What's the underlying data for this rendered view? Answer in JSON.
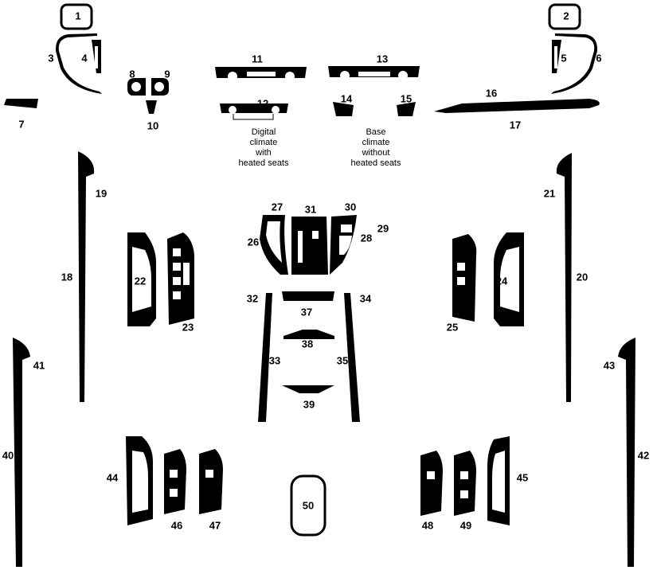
{
  "part_numbers": [
    "1",
    "2",
    "3",
    "4",
    "5",
    "6",
    "7",
    "8",
    "9",
    "10",
    "11",
    "12",
    "13",
    "14",
    "15",
    "16",
    "17",
    "18",
    "19",
    "20",
    "21",
    "22",
    "23",
    "24",
    "25",
    "26",
    "27",
    "28",
    "29",
    "30",
    "31",
    "32",
    "33",
    "34",
    "35",
    "37",
    "38",
    "39",
    "40",
    "41",
    "42",
    "43",
    "44",
    "45",
    "46",
    "47",
    "48",
    "49",
    "50"
  ],
  "notes": {
    "digital": [
      "Digital",
      "climate",
      "with",
      "heated seats"
    ],
    "base": [
      "Base",
      "climate",
      "without",
      "heated seats"
    ]
  },
  "colors": {
    "part_fill": "#000000",
    "background": "#ffffff",
    "highlight": "#ffffff"
  }
}
